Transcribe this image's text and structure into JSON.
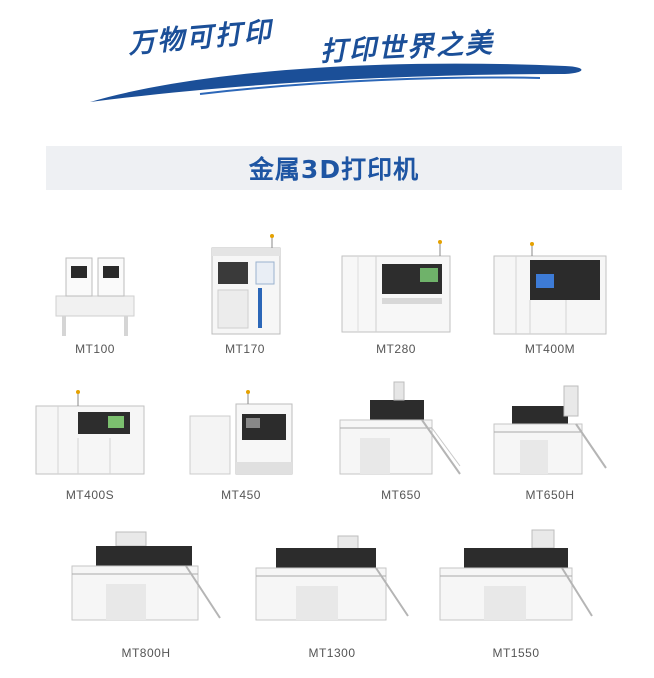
{
  "banner": {
    "slogan_left": "万物可打印",
    "slogan_right": "打印世界之美",
    "brand_color": "#1b4f98"
  },
  "section": {
    "title": "金属3D打印机",
    "title_color": "#1e55a3"
  },
  "products": [
    {
      "model": "MT100",
      "icon": "printer-icon"
    },
    {
      "model": "MT170",
      "icon": "printer-icon"
    },
    {
      "model": "MT280",
      "icon": "printer-icon"
    },
    {
      "model": "MT400M",
      "icon": "printer-icon"
    },
    {
      "model": "MT400S",
      "icon": "printer-icon"
    },
    {
      "model": "MT450",
      "icon": "printer-icon"
    },
    {
      "model": "MT650",
      "icon": "printer-icon"
    },
    {
      "model": "MT650H",
      "icon": "printer-icon"
    },
    {
      "model": "MT800H",
      "icon": "printer-icon"
    },
    {
      "model": "MT1300",
      "icon": "printer-icon"
    },
    {
      "model": "MT1550",
      "icon": "printer-icon"
    }
  ]
}
